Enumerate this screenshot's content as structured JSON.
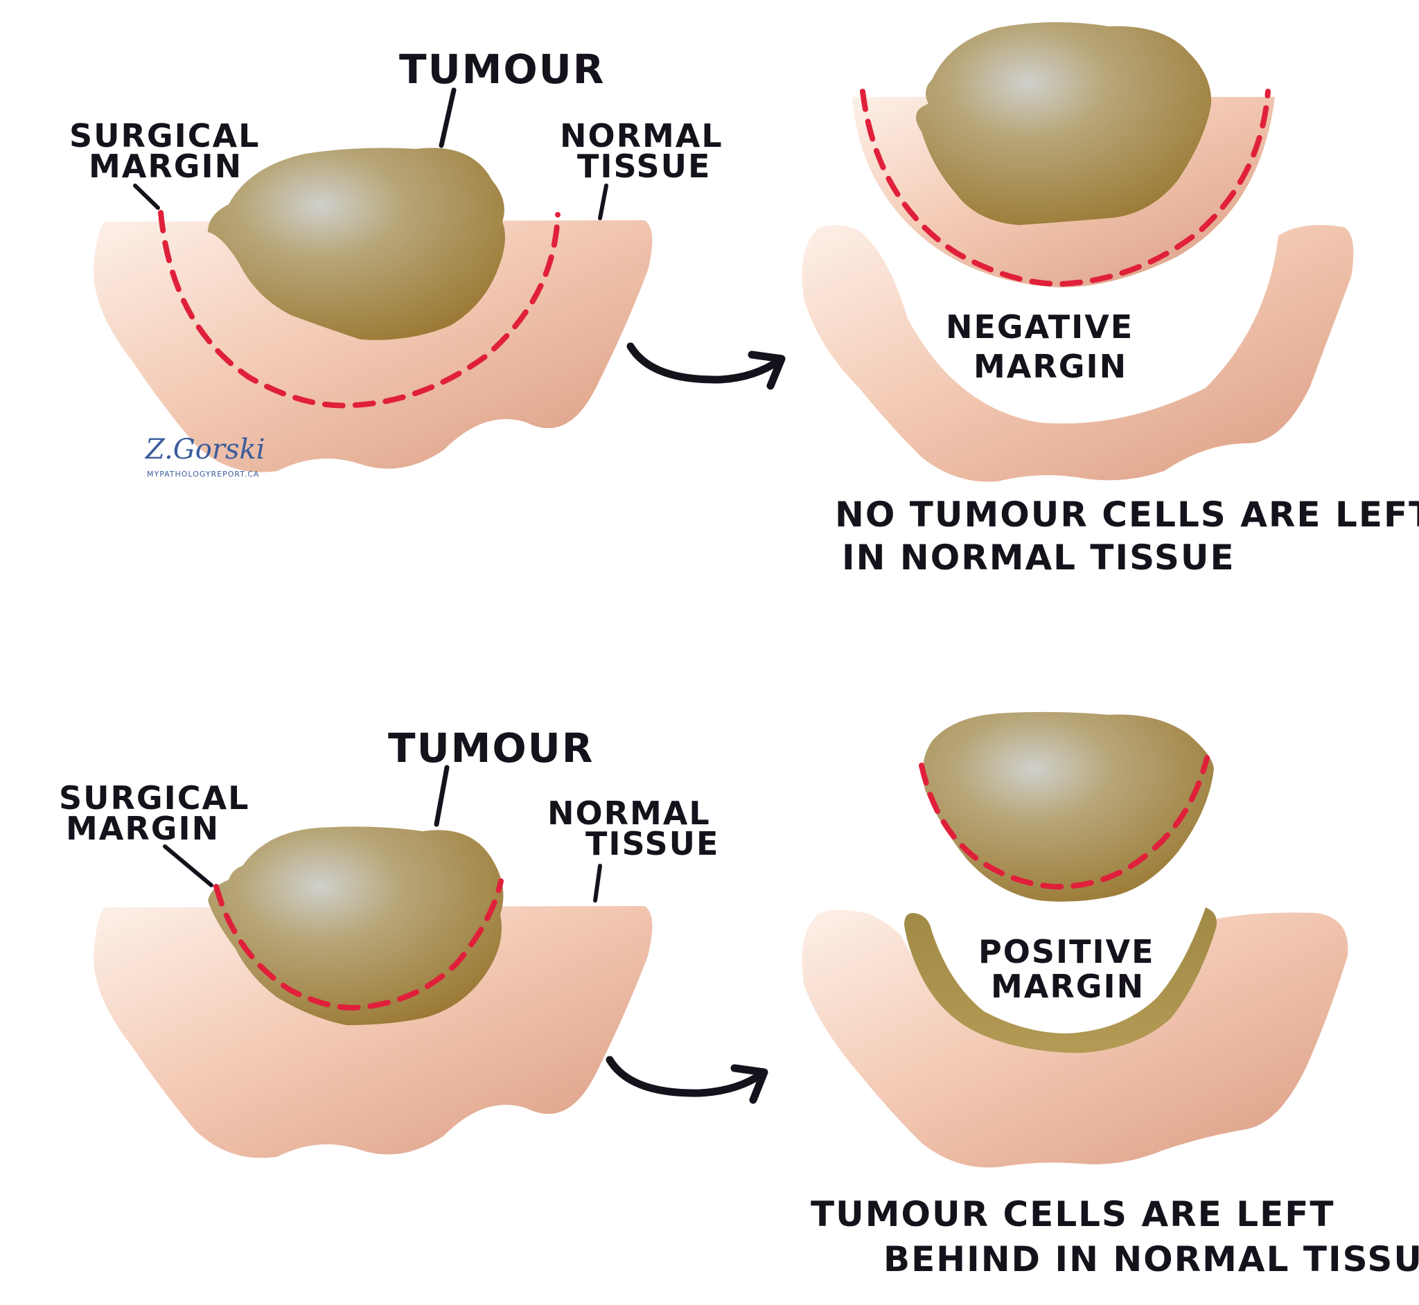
{
  "colors": {
    "tissue_light": "#fbe6da",
    "tissue_dark": "#d99a80",
    "tumour_light": "#c7c2b6",
    "tumour_dark": "#9b7a35",
    "margin_line": "#e0203a",
    "ink": "#16121c",
    "signature": "#3a5c9c"
  },
  "panel_negative_before": {
    "tumour_label": "Tumour",
    "margin_label_line1": "Surgical",
    "margin_label_line2": "Margin",
    "tissue_label_line1": "Normal",
    "tissue_label_line2": "Tissue",
    "signature": "Z.Gorski",
    "signature_site": "MYPATHOLOGYREPORT.CA"
  },
  "panel_negative_after": {
    "result_label_line1": "Negative",
    "result_label_line2": "Margin",
    "caption_line1": "No tumour cells are left",
    "caption_line2": "in normal tissue"
  },
  "panel_positive_before": {
    "tumour_label": "Tumour",
    "margin_label_line1": "Surgical",
    "margin_label_line2": "Margin",
    "tissue_label_line1": "Normal",
    "tissue_label_line2": "Tissue"
  },
  "panel_positive_after": {
    "result_label_line1": "Positive",
    "result_label_line2": "Margin",
    "caption_line1": "Tumour cells are left",
    "caption_line2": "behind in normal tissue"
  }
}
